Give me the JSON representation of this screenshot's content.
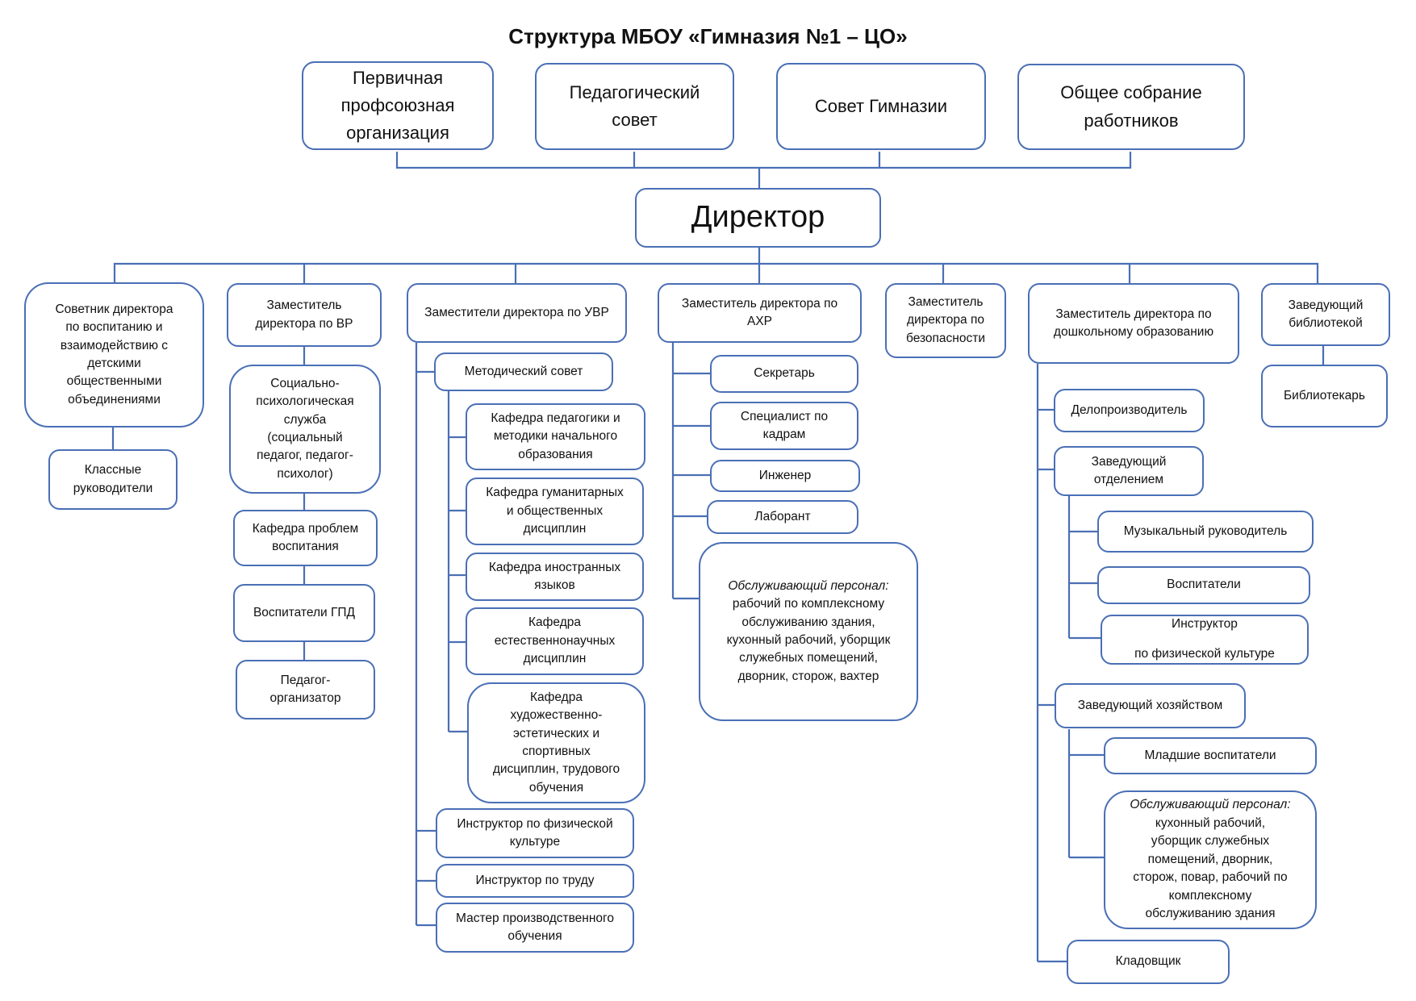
{
  "title": "Структура  МБОУ «Гимназия №1 – ЦО»",
  "top_bodies": [
    "Первичная\nпрофсоюзная\nорганизация",
    "Педагогический\nсовет",
    "Совет Гимназии",
    "Общее собрание\nработников"
  ],
  "director": "Директор",
  "branches": {
    "advisor": "Советник директора\nпо воспитанию и\nвзаимодействию с\nдетскими\nобщественными\nобъединениями",
    "class_teachers": "Классные\nруководители",
    "deputy_vr": "Заместитель\nдиректора по ВР",
    "social_service": "Социально-\nпсихологическая\nслужба\n(социальный\nпедагог, педагог-\nпсихолог)",
    "dept_upbringing": "Кафедра проблем\nвоспитания",
    "gpd_teachers": "Воспитатели ГПД",
    "organizer": "Педагог-\nорганизатор",
    "deputy_uvr": "Заместители директора по УВР",
    "method_council": "Методический совет",
    "dept_primary": "Кафедра педагогики и\nметодики начального\nобразования",
    "dept_humanities": "Кафедра гуманитарных\nи общественных\nдисциплин",
    "dept_languages": "Кафедра иностранных\nязыков",
    "dept_science": "Кафедра\nестественнонаучных\nдисциплин",
    "dept_arts": "Кафедра\nхудожественно-\nэстетических и\nспортивных\nдисциплин, трудового\nобучения",
    "pe_instructor": "Инструктор по физической\nкультуре",
    "labor_instructor": "Инструктор по труду",
    "master": "Мастер производственного\nобучения",
    "deputy_ahr": "Заместитель директора по\nАХР",
    "secretary": "Секретарь",
    "hr": "Специалист по\nкадрам",
    "engineer": "Инженер",
    "lab": "Лаборант",
    "service_staff_label": "Обслуживающий персонал:",
    "service_staff": "рабочий по комплексному\nобслуживанию здания,\nкухонный рабочий, уборщик\nслужебных помещений,\nдворник, сторож, вахтер",
    "deputy_security": "Заместитель\nдиректора по\nбезопасности",
    "deputy_preschool": "Заместитель директора по\nдошкольному образованию",
    "clerk": "Делопроизводитель",
    "head_dept": "Заведующий\nотделением",
    "music": "Музыкальный руководитель",
    "educators": "Воспитатели",
    "pe_preschool": "Инструктор\n\nпо физической культуре",
    "housekeeper": "Заведующий хозяйством",
    "junior_educators": "Младшие воспитатели",
    "preschool_staff_label": "Обслуживающий персонал:",
    "preschool_staff": "кухонный рабочий,\nуборщик служебных\nпомещений, дворник,\nсторож, повар, рабочий по\nкомплексному\nобслуживанию здания",
    "storekeeper": "Кладовщик",
    "head_library": "Заведующий\nбиблиотекой",
    "librarian": "Библиотекарь"
  },
  "colors": {
    "line": "#4a6fb5",
    "border": "#4a6fb5"
  }
}
